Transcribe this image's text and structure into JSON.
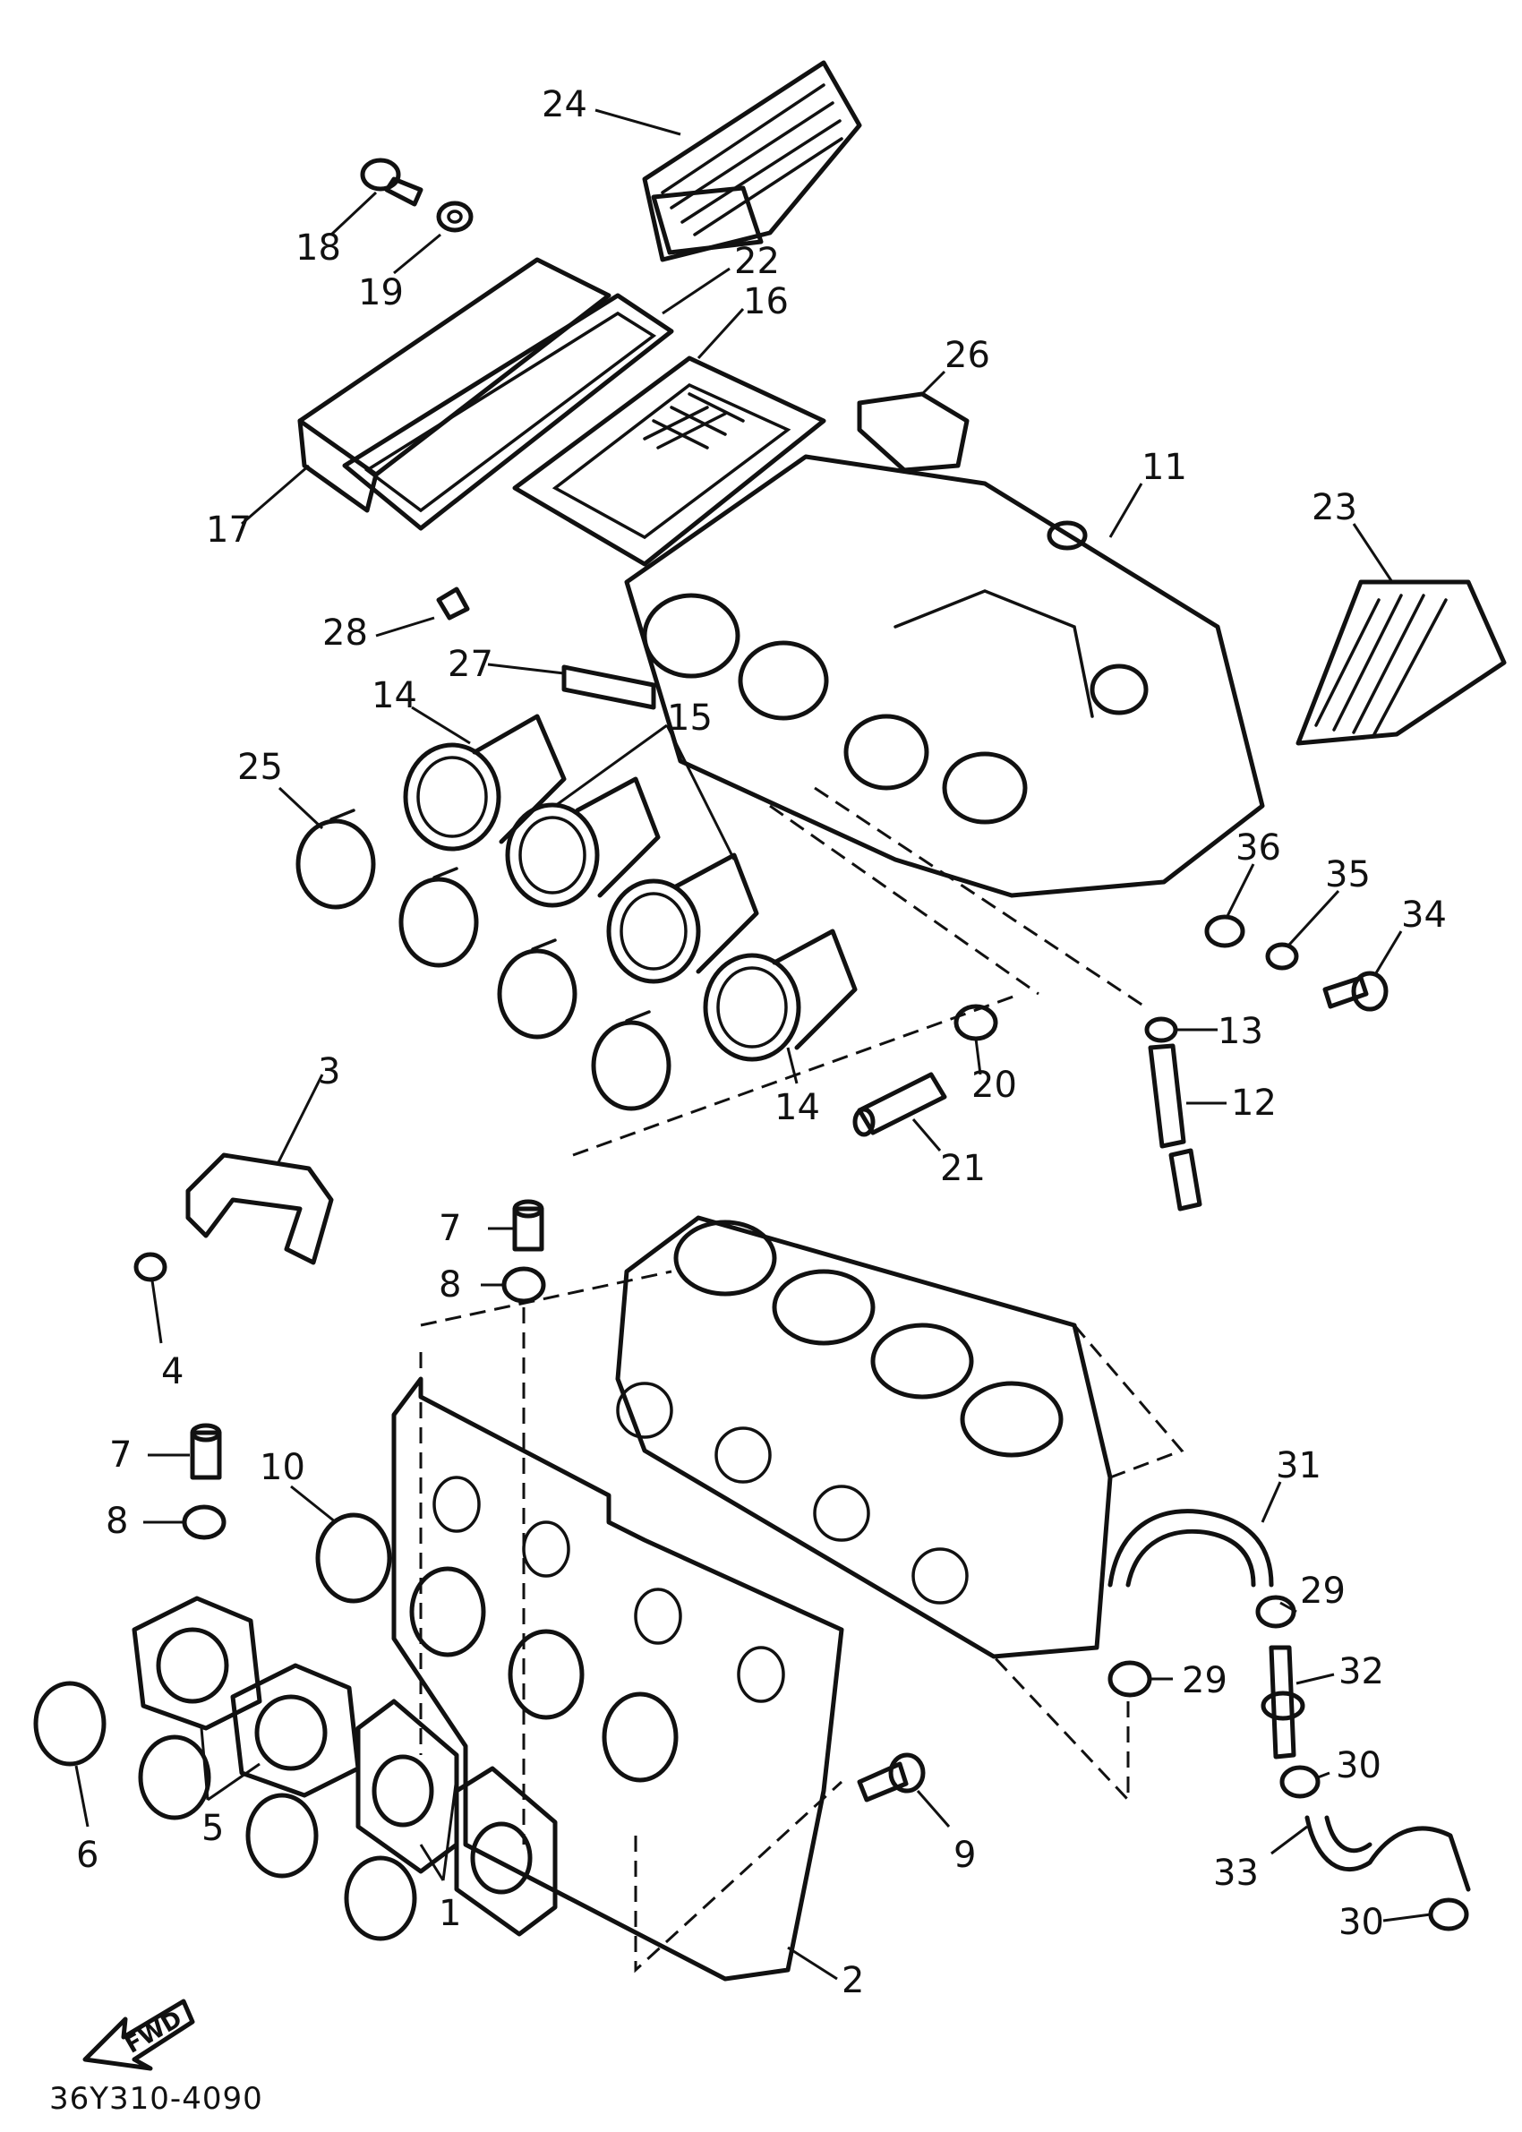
{
  "labels": [
    "1",
    "2",
    "3",
    "4",
    "5",
    "6",
    "7",
    "7",
    "8",
    "8",
    "9",
    "10",
    "11",
    "12",
    "13",
    "14",
    "14",
    "15",
    "16",
    "17",
    "18",
    "19",
    "20",
    "21",
    "22",
    "23",
    "24",
    "25",
    "26",
    "27",
    "28",
    "29",
    "29",
    "30",
    "30",
    "31",
    "32",
    "33",
    "34",
    "35",
    "36"
  ],
  "fwd_text": "FWD",
  "diagram_code": "36Y310-4090"
}
